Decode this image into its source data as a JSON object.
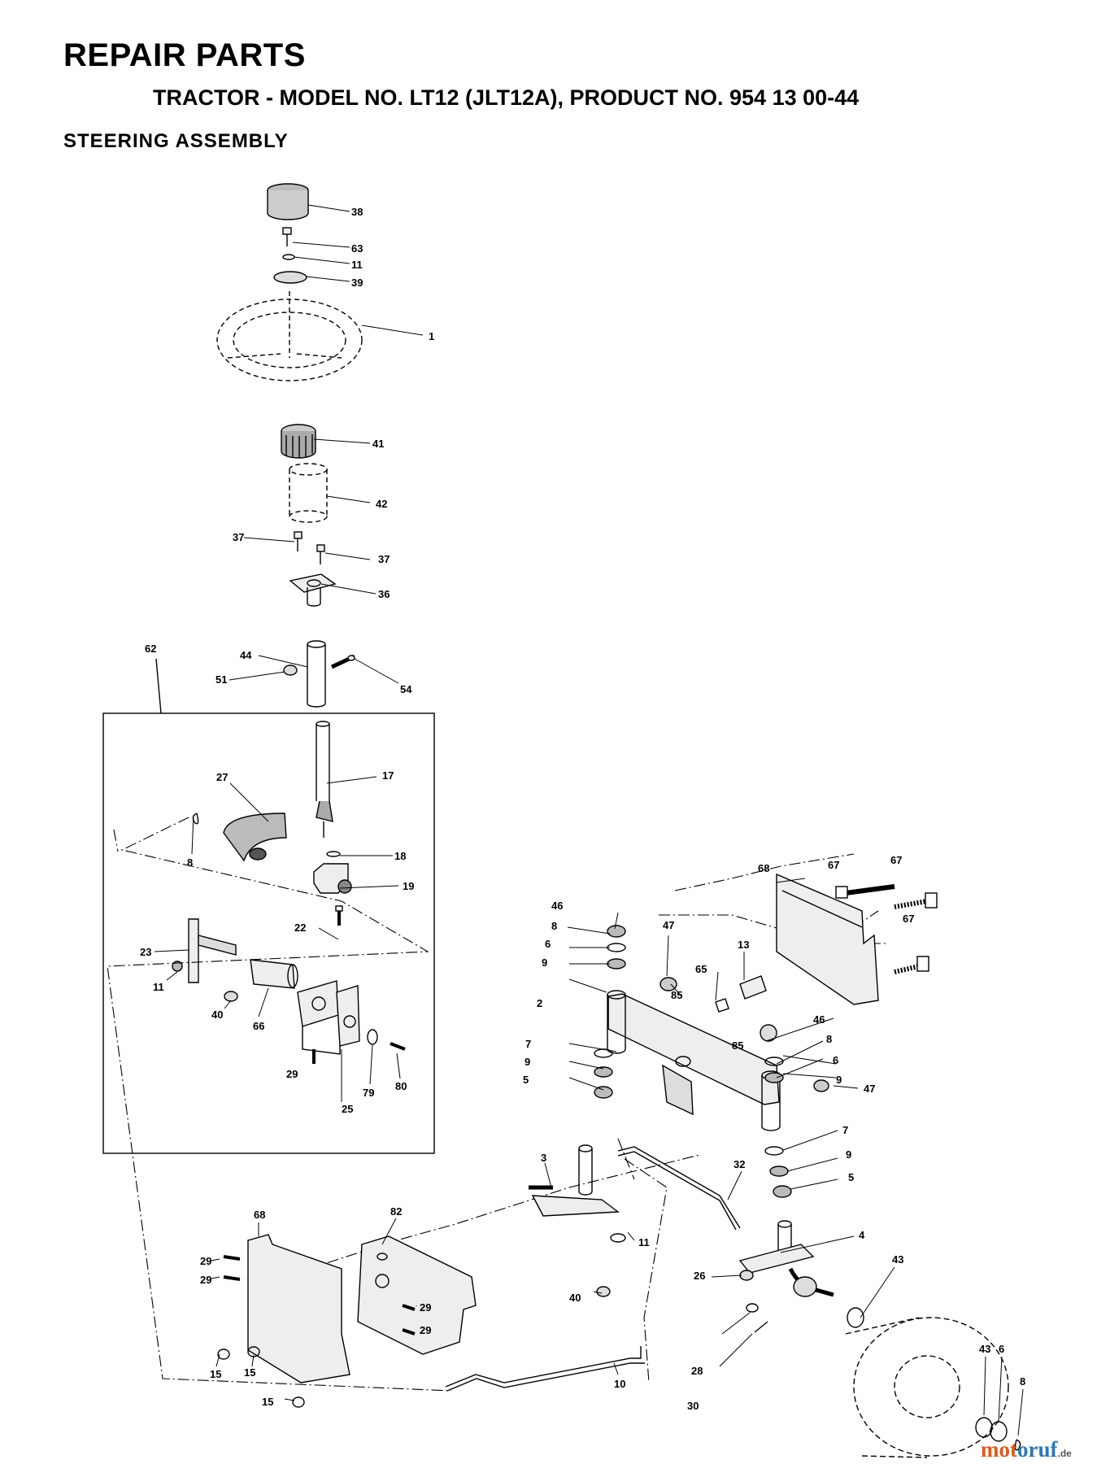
{
  "header": {
    "title": "REPAIR PARTS",
    "subtitle": "TRACTOR - MODEL NO. LT12 (JLT12A), PRODUCT NO. 954 13 00-44",
    "section": "STEERING ASSEMBLY"
  },
  "callouts": {
    "c38": "38",
    "c63": "63",
    "c11a": "11",
    "c39": "39",
    "c1": "1",
    "c41": "41",
    "c42": "42",
    "c37a": "37",
    "c37b": "37",
    "c36": "36",
    "c62": "62",
    "c44": "44",
    "c51": "51",
    "c54": "54",
    "c17": "17",
    "c27": "27",
    "c8a": "8",
    "c18": "18",
    "c19": "19",
    "c22": "22",
    "c23": "23",
    "c11b": "11",
    "c40a": "40",
    "c66": "66",
    "c29a": "29",
    "c25": "25",
    "c79": "79",
    "c80": "80",
    "c68a": "68",
    "c67a": "67",
    "c67b": "67",
    "c67c": "67",
    "c46a": "46",
    "c8b": "8",
    "c6a": "6",
    "c9a": "9",
    "c47a": "47",
    "c13": "13",
    "c65": "65",
    "c85a": "85",
    "c2": "2",
    "c46b": "46",
    "c8c": "8",
    "c85b": "85",
    "c6b": "6",
    "c9b": "9",
    "c7a": "7",
    "c9c": "9",
    "c5a": "5",
    "c47b": "47",
    "c7b": "7",
    "c9d": "9",
    "c5b": "5",
    "c3": "3",
    "c32": "32",
    "c11c": "11",
    "c26": "26",
    "c4": "4",
    "c43a": "43",
    "c43b": "43",
    "c6c": "6",
    "c8d": "8",
    "c68b": "68",
    "c82": "82",
    "c29b": "29",
    "c29c": "29",
    "c29d": "29",
    "c29e": "29",
    "c40b": "40",
    "c15a": "15",
    "c15b": "15",
    "c15c": "15",
    "c28": "28",
    "c30": "30",
    "c10": "10"
  },
  "watermark": {
    "part1": "mot",
    "part2": "oruf",
    "suffix": ".de"
  }
}
